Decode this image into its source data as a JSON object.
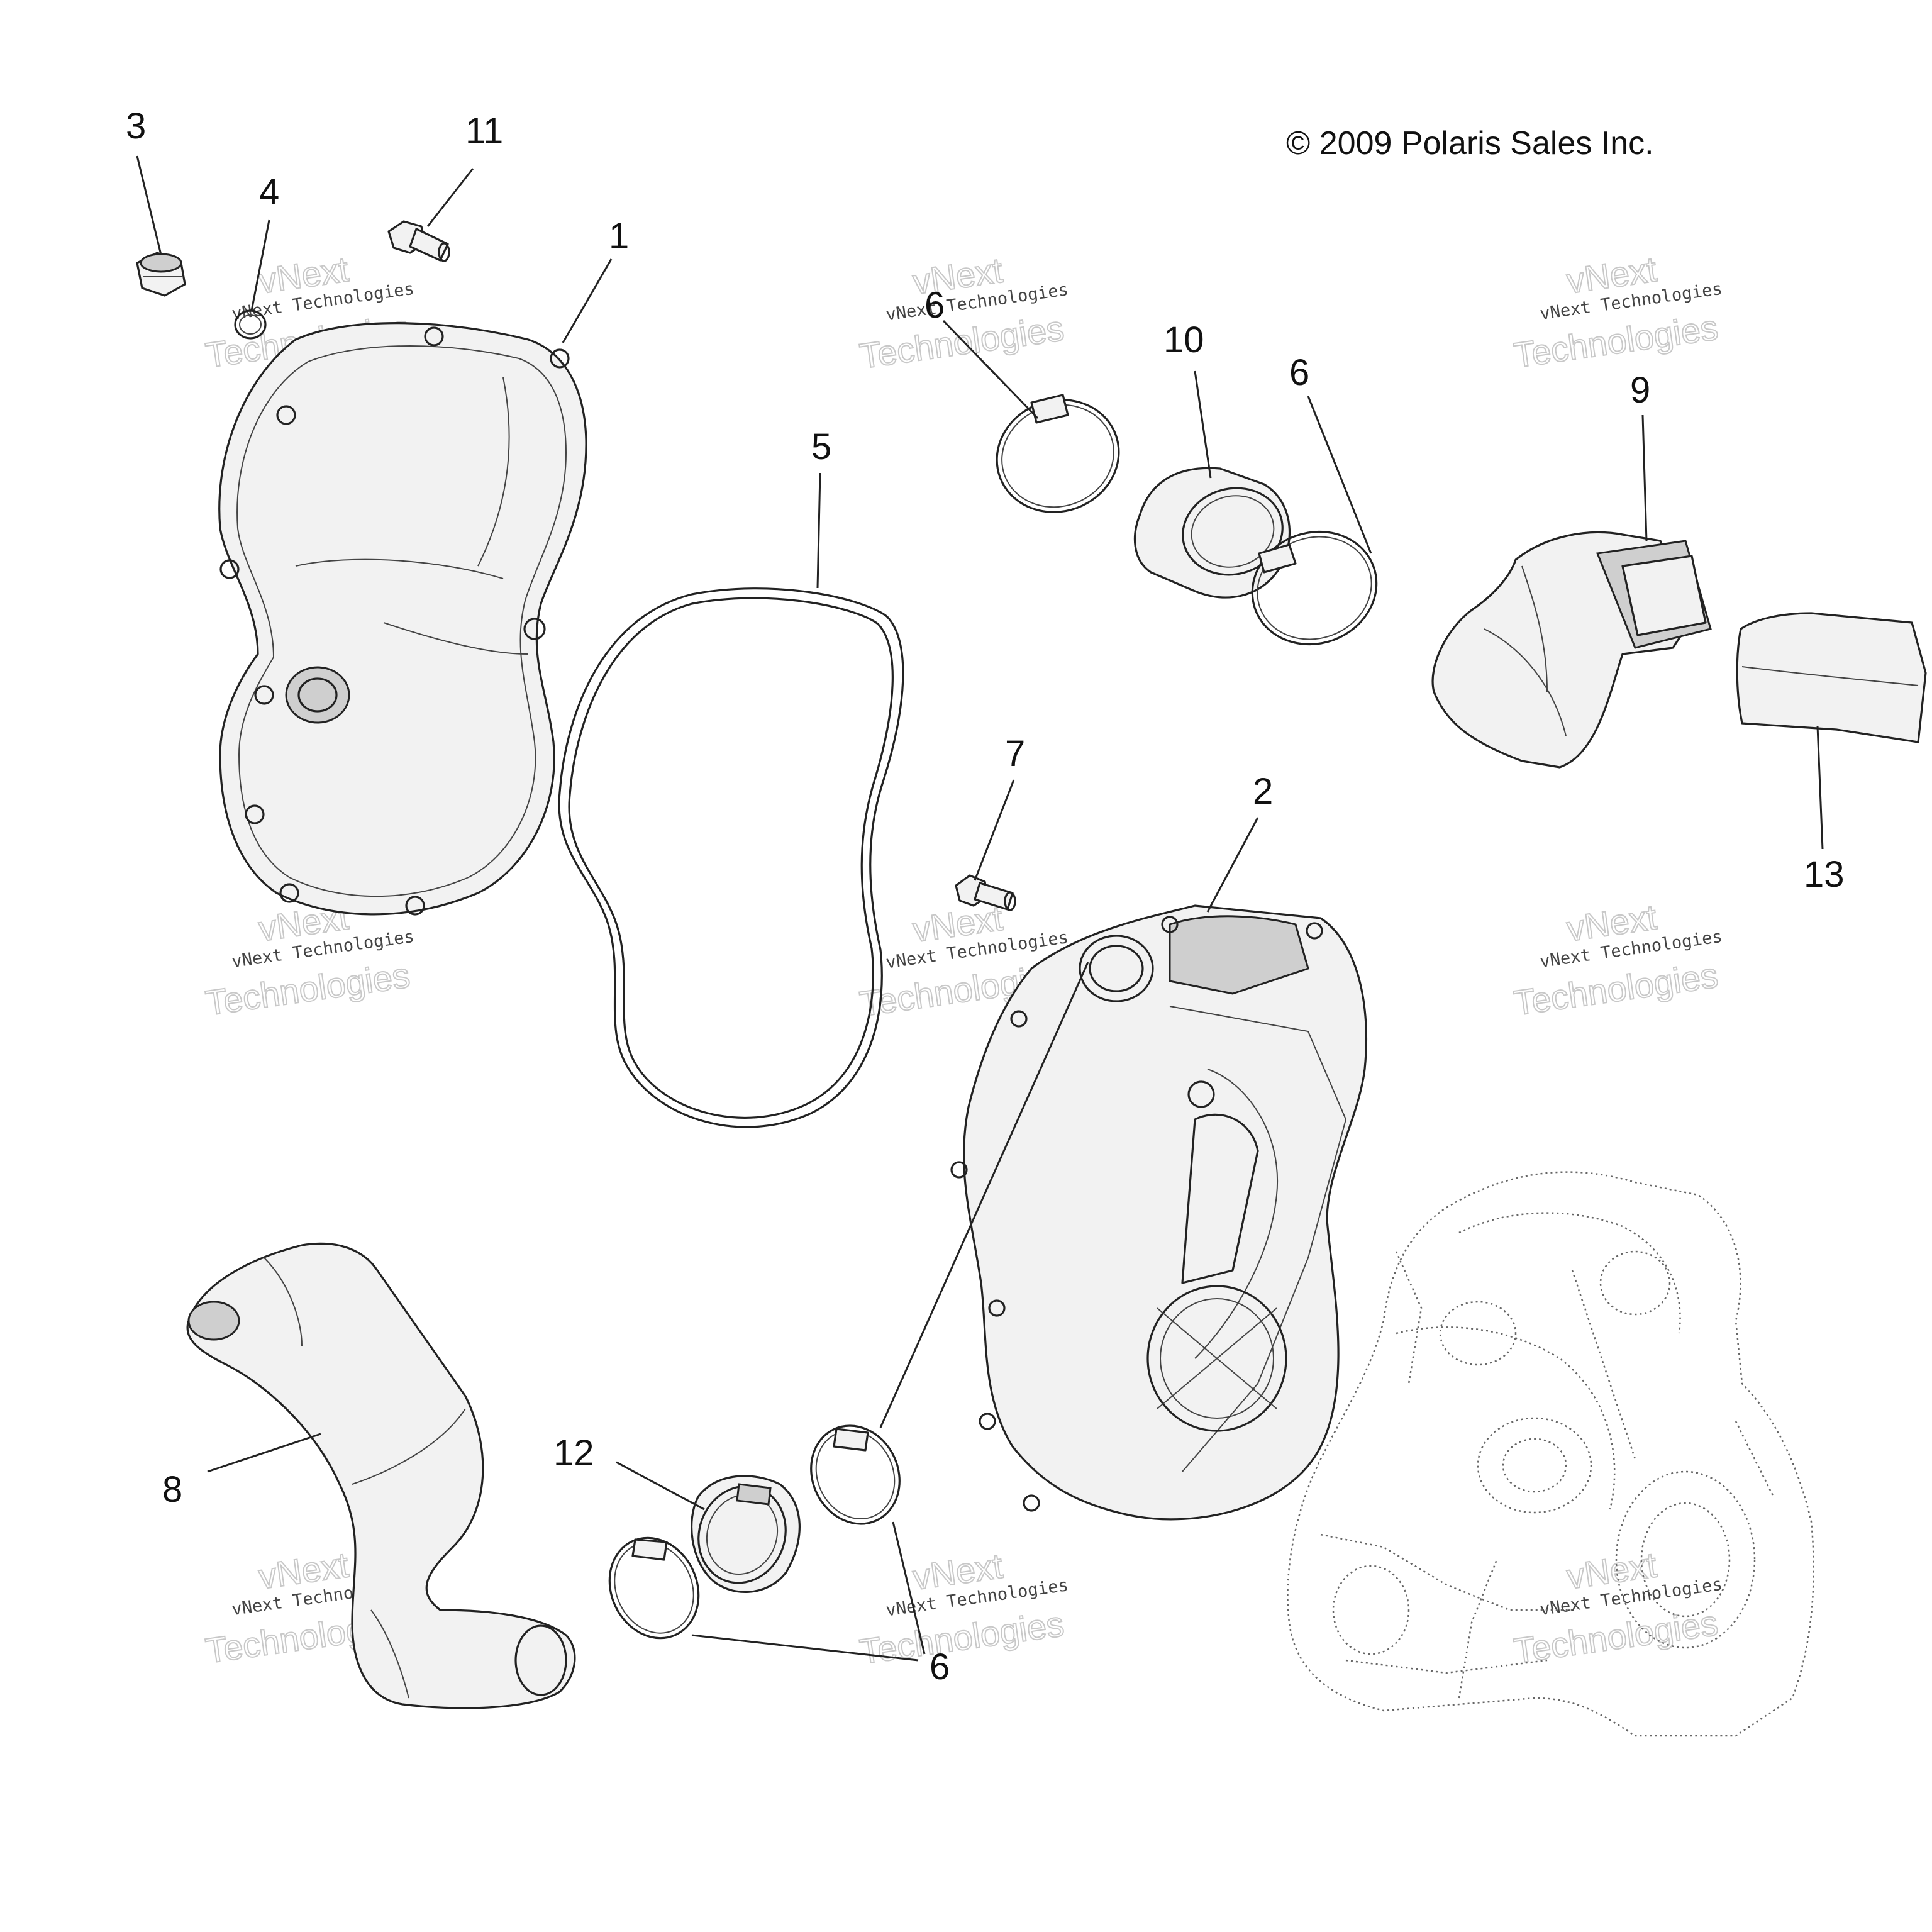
{
  "copyright": "© 2009 Polaris Sales Inc.",
  "callouts": {
    "c1": "1",
    "c2": "2",
    "c3": "3",
    "c4": "4",
    "c5": "5",
    "c6a": "6",
    "c6b": "6",
    "c6c": "6",
    "c7": "7",
    "c8": "8",
    "c9": "9",
    "c10": "10",
    "c11": "11",
    "c12": "12",
    "c13": "13"
  },
  "watermark": {
    "line1": "vNext Technologies",
    "big_top": "vNext",
    "big_bottom": "Technologies"
  }
}
